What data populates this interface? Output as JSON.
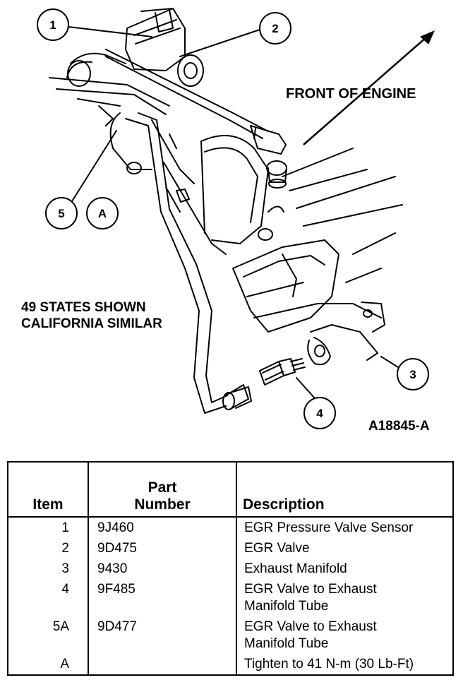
{
  "diagram": {
    "labels": {
      "front_of_engine": "FRONT OF ENGINE",
      "states_line1": "49 STATES SHOWN",
      "states_line2": "CALIFORNIA SIMILAR",
      "figure_id": "A18845-A"
    },
    "callouts": {
      "c1": "1",
      "c2": "2",
      "c3": "3",
      "c4": "4",
      "c5": "5",
      "cA": "A"
    }
  },
  "table": {
    "headers": {
      "item": "Item",
      "part_number_line1": "Part",
      "part_number_line2": "Number",
      "description": "Description"
    },
    "rows": [
      {
        "item": "1",
        "part": "9J460",
        "desc1": "EGR Pressure Valve Sensor",
        "desc2": ""
      },
      {
        "item": "2",
        "part": "9D475",
        "desc1": "EGR Valve",
        "desc2": ""
      },
      {
        "item": "3",
        "part": "9430",
        "desc1": "Exhaust Manifold",
        "desc2": ""
      },
      {
        "item": "4",
        "part": "9F485",
        "desc1": "EGR Valve to Exhaust",
        "desc2": "Manifold Tube"
      },
      {
        "item": "5A",
        "part": "9D477",
        "desc1": "EGR Valve to Exhaust",
        "desc2": "Manifold Tube"
      },
      {
        "item": "A",
        "part": "",
        "desc1": "Tighten to 41 N-m (30 Lb-Ft)",
        "desc2": ""
      }
    ]
  }
}
